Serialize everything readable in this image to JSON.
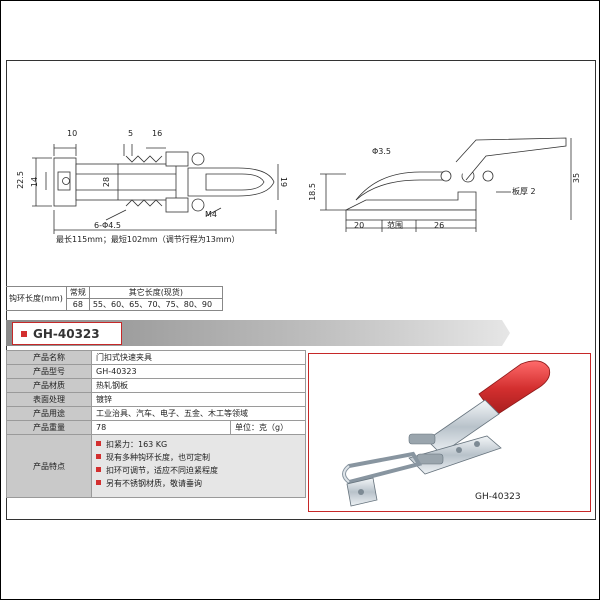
{
  "drawing": {
    "dims_left": [
      "10",
      "5",
      "16",
      "22.5",
      "14",
      "28",
      "19",
      "6-Φ4.5",
      "M4"
    ],
    "length_note": "最长115mm；最短102mm（调节行程为13mm）",
    "dims_right": [
      "Φ3.5",
      "18.5",
      "35",
      "20",
      "范围",
      "26",
      "板厚 2"
    ]
  },
  "hook_table": {
    "row_label": "钩环长度(mm)",
    "head_common": "常规",
    "head_other": "其它长度(现货)",
    "common_value": "68",
    "other_values": "55、60、65、70、75、80、90"
  },
  "model_tag": "GH-40323",
  "specs": [
    {
      "label": "产品名称",
      "value": "门扣式快速夹具"
    },
    {
      "label": "产品型号",
      "value": "GH-40323"
    },
    {
      "label": "产品材质",
      "value": "热轧钢板"
    },
    {
      "label": "表面处理",
      "value": "镀锌"
    },
    {
      "label": "产品用途",
      "value": "工业治具、汽车、电子、五金、木工等领域"
    },
    {
      "label": "产品重量",
      "value": "78",
      "unit": "单位：克（g）"
    }
  ],
  "features_label": "产品特点",
  "features": [
    "扣紧力：163 KG",
    "现有多种钩环长度，也可定制",
    "扣环可调节，适应不同迫紧程度",
    "另有不锈钢材质，敬请垂询"
  ],
  "photo_caption": "GH-40323",
  "colors": {
    "accent": "#d32f2f",
    "handle": "#e53935",
    "label_bg": "#c9c9c9"
  }
}
